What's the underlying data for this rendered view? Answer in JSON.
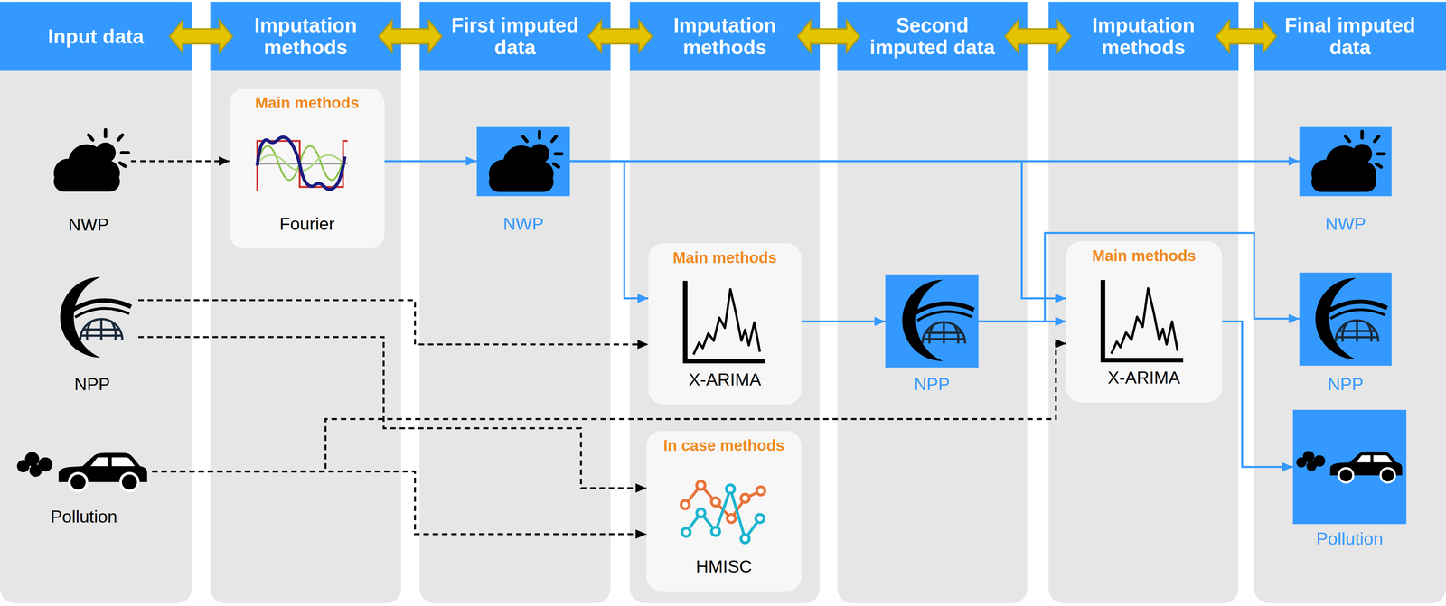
{
  "diagram": {
    "nodes": [
      {
        "text": [
          "Input data"
        ]
      },
      {
        "text": [
          "NWP"
        ],
        "in": 0
      },
      {
        "text": [
          "NPP"
        ],
        "in": 0
      },
      {
        "text": [
          "Pollution"
        ],
        "in": 0
      },
      {
        "text": [
          "Imputation methods"
        ]
      },
      {
        "text": [
          "Main methods",
          "Fourier"
        ],
        "in": 4
      },
      {
        "text": [
          "First imputed data"
        ]
      },
      {
        "text": [
          "NWP"
        ],
        "in": 6
      },
      {
        "text": [
          "Imputation methods"
        ]
      },
      {
        "text": [
          "Main methods",
          "X-ARIMA"
        ],
        "in": 8
      },
      {
        "text": [
          "In case methods",
          "HMISC"
        ],
        "in": 8
      },
      {
        "text": [
          "Second imputed data"
        ]
      },
      {
        "text": [
          "NPP"
        ],
        "in": 11
      },
      {
        "text": [
          "Imputation methods"
        ]
      },
      {
        "text": [
          "Main methods",
          "X-ARIMA"
        ],
        "in": 13
      },
      {
        "text": [
          "Final imputed data"
        ]
      },
      {
        "text": [
          "NWP"
        ],
        "in": 15
      },
      {
        "text": [
          "NPP"
        ],
        "in": 15
      },
      {
        "text": [
          "Pollution"
        ],
        "in": 15
      }
    ],
    "edges": [
      {
        "from": 0,
        "to": 4,
        "arrow": "both"
      },
      {
        "from": 4,
        "to": 6,
        "arrow": "both"
      },
      {
        "from": 6,
        "to": 8,
        "arrow": "both"
      },
      {
        "from": 8,
        "to": 11,
        "arrow": "both"
      },
      {
        "from": 11,
        "to": 13,
        "arrow": "both"
      },
      {
        "from": 13,
        "to": 15,
        "arrow": "both"
      },
      {
        "from": 1,
        "to": 5,
        "arrow": "to"
      },
      {
        "from": 5,
        "to": 7,
        "arrow": "to"
      },
      {
        "from": 7,
        "to": 16,
        "arrow": "to"
      },
      {
        "from": 7,
        "to": 9,
        "arrow": "to"
      },
      {
        "from": 7,
        "to": 14,
        "arrow": "to"
      },
      {
        "from": 2,
        "to": 9,
        "arrow": "to"
      },
      {
        "from": 2,
        "to": 10,
        "arrow": "to"
      },
      {
        "from": 3,
        "to": 10,
        "arrow": "to"
      },
      {
        "from": 3,
        "to": 14,
        "arrow": "to"
      },
      {
        "from": 9,
        "to": 12,
        "arrow": "to"
      },
      {
        "from": 12,
        "to": 14,
        "arrow": "to"
      },
      {
        "from": 12,
        "to": 17,
        "arrow": "to"
      },
      {
        "from": 14,
        "to": 18,
        "arrow": "to"
      }
    ]
  }
}
